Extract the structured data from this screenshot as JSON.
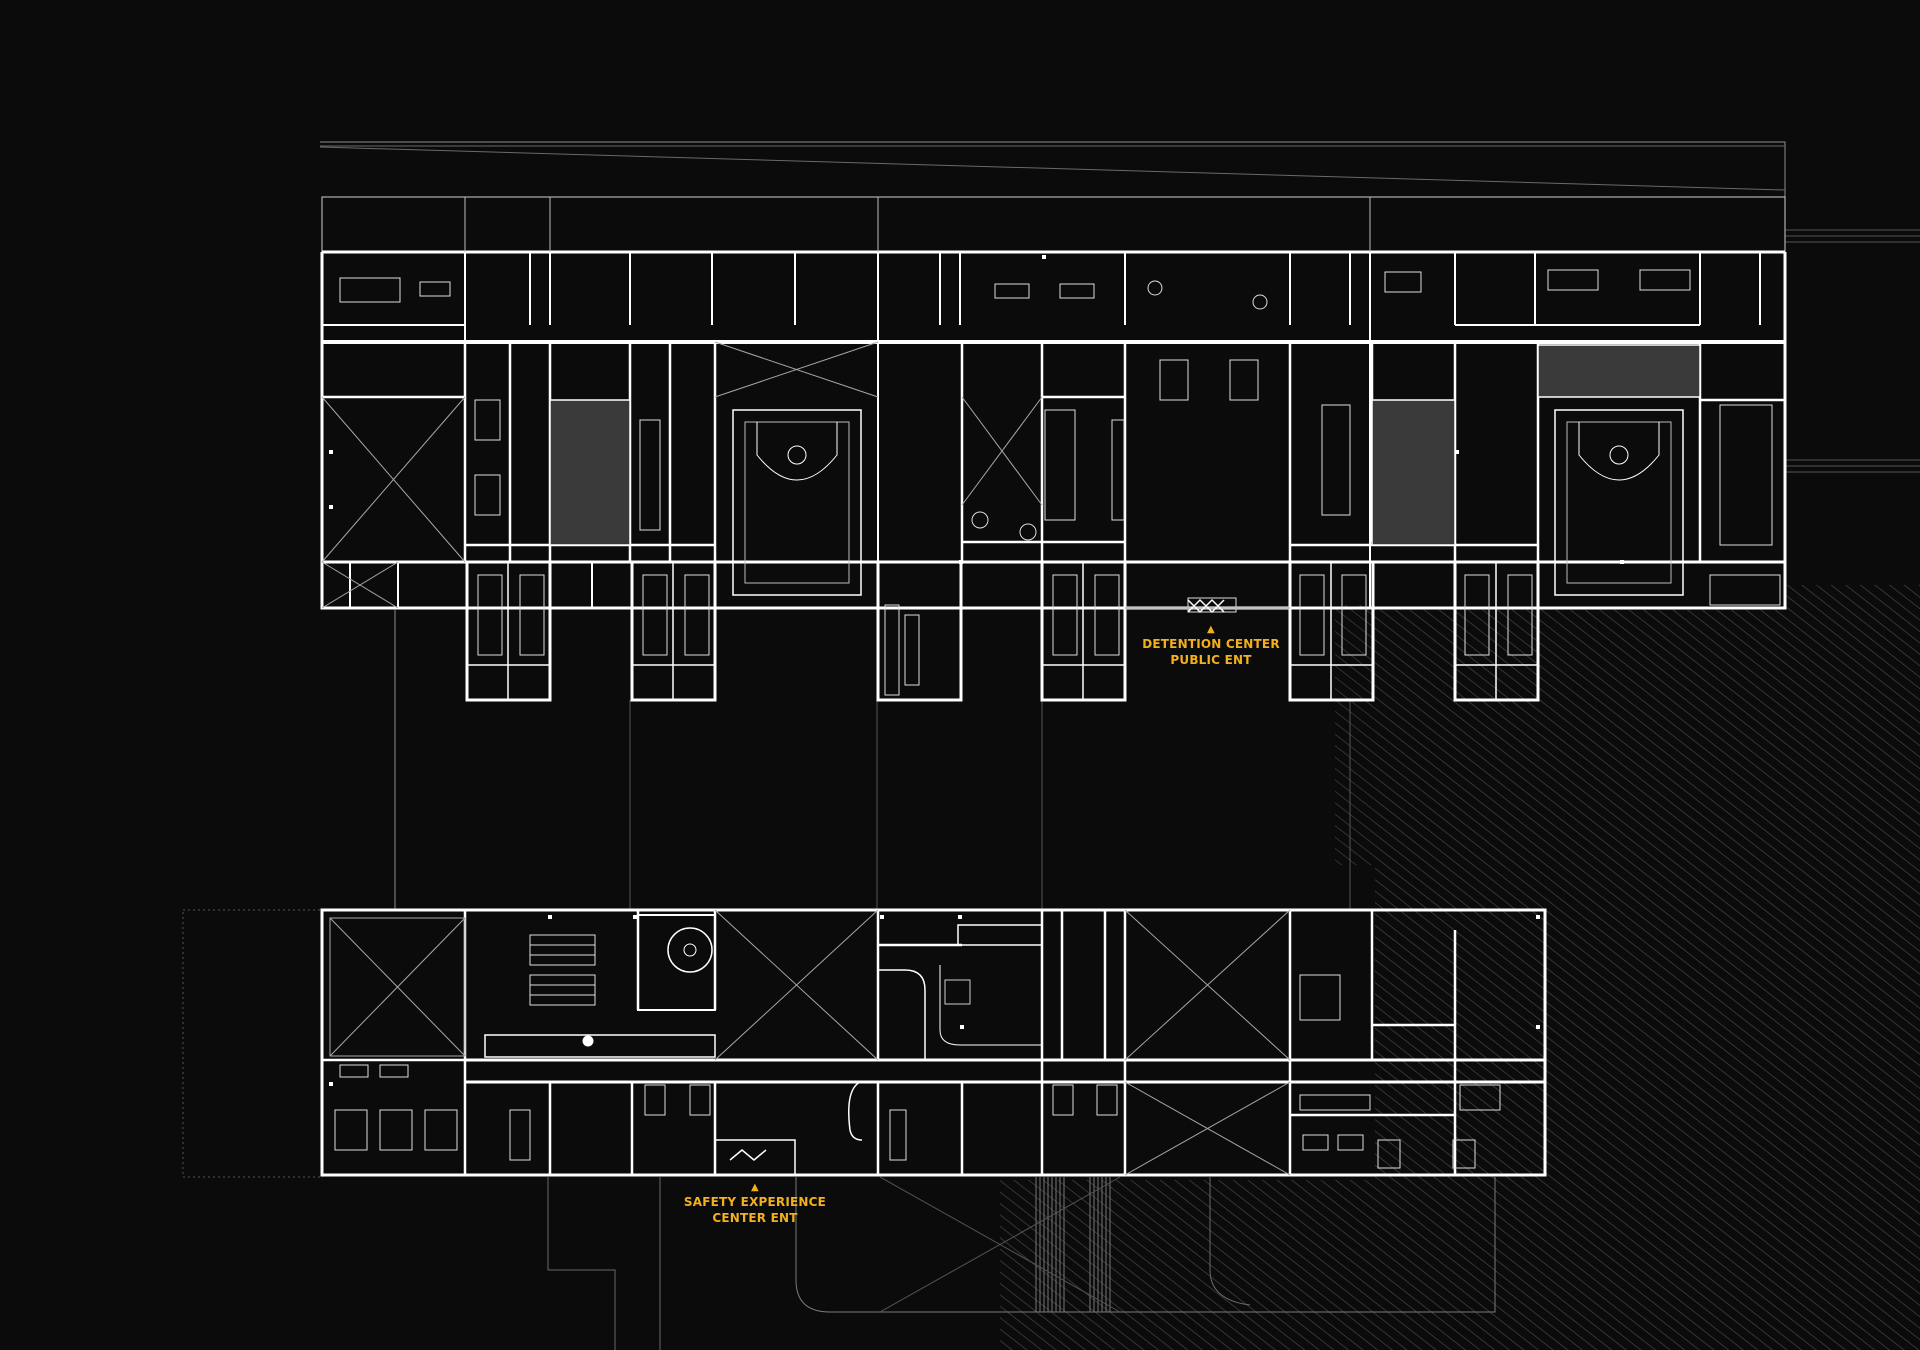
{
  "image_type": "architectural floor plan",
  "colors": {
    "background": "#0b0b0b",
    "walls": "#ffffff",
    "thin_lines": "#9a9a9a",
    "hatch": "#555555",
    "accent_labels": "#f2b01e"
  },
  "entrances": {
    "detention": {
      "line1": "DETENTION CENTER",
      "line2": "PUBLIC ENT",
      "marker": "▲"
    },
    "safety": {
      "line1": "SAFETY EXPERIENCE",
      "line2": "CENTER ENT",
      "marker": "▲"
    }
  }
}
